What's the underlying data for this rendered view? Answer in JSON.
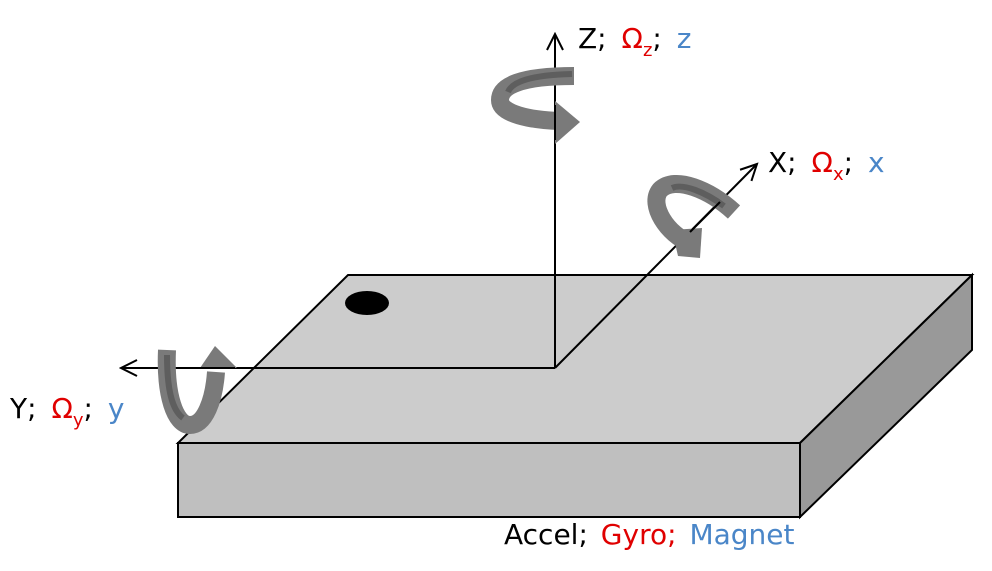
{
  "colors": {
    "accel": "#000000",
    "gyro": "#e00000",
    "magnet": "#4a86c8",
    "top_face": "#cccccc",
    "front_face": "#bfbfbf",
    "side_face": "#999999",
    "rotation_arrow": "#7a7a7a",
    "rotation_arrow_inner": "#5e5e5e"
  },
  "axes": {
    "z": {
      "accel": "Z;",
      "gyro": "Ω",
      "gyro_sub": "z",
      "sep": ";",
      "magnet": "z"
    },
    "x": {
      "accel": "X;",
      "gyro": "Ω",
      "gyro_sub": "x",
      "sep": ";",
      "magnet": "x"
    },
    "y": {
      "accel": "Y;",
      "gyro": "Ω",
      "gyro_sub": "y",
      "sep": ";",
      "magnet": "y"
    }
  },
  "legend": {
    "accel": "Accel;",
    "gyro": "Gyro;",
    "magnet": "Magnet"
  }
}
